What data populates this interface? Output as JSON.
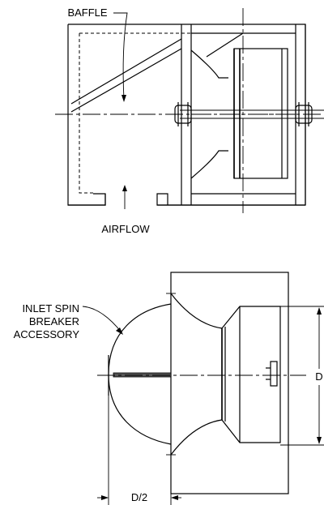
{
  "top_view": {
    "baffle_label": "BAFFLE",
    "airflow_label": "AIRFLOW"
  },
  "side_view": {
    "accessory_label_lines": [
      "INLET SPIN",
      "BREAKER",
      "ACCESSORY"
    ],
    "dimension_d_label": "D",
    "dimension_half_label": "D/2"
  },
  "colors": {
    "line": "#000000",
    "background": "#ffffff"
  }
}
